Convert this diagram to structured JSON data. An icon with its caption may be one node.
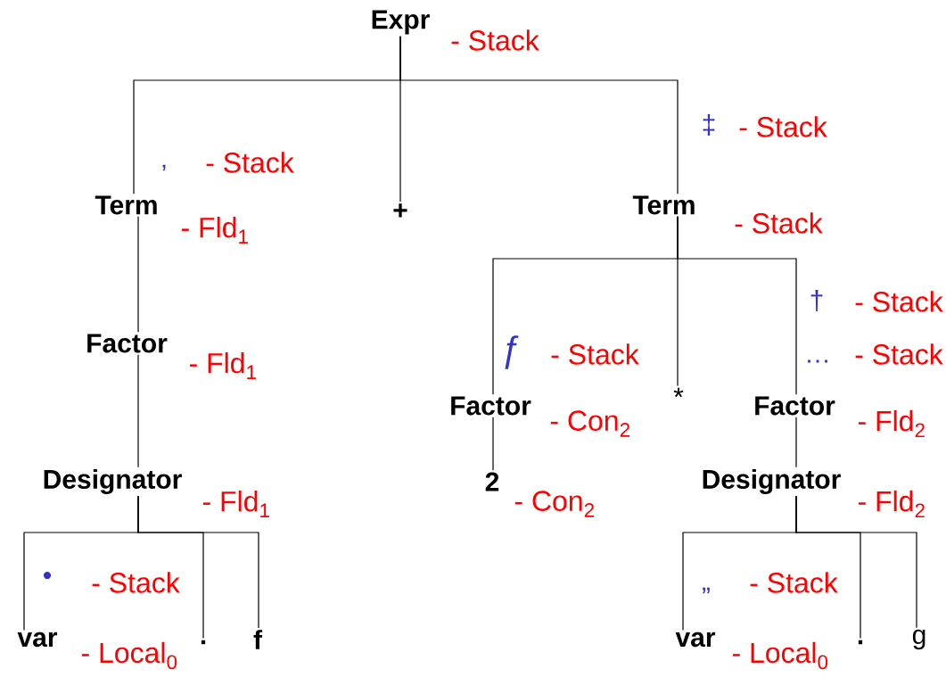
{
  "diagram": {
    "nodes": [
      {
        "text": [
          "Expr"
        ],
        "beside": [
          "- Stack"
        ]
      },
      {
        "text": [
          "Term"
        ],
        "beside": [
          "- Fld$_{1}$"
        ]
      },
      {
        "text": [
          "+"
        ]
      },
      {
        "text": [
          "Term"
        ],
        "beside": [
          "- Stack"
        ]
      },
      {
        "text": [
          "Factor"
        ],
        "beside": [
          "- Fld$_{1}$"
        ]
      },
      {
        "text": [
          "Designator"
        ],
        "beside": [
          "- Fld$_{1}$"
        ]
      },
      {
        "text": [
          "var"
        ],
        "beside": [
          "- Local$_{0}$"
        ]
      },
      {
        "text": [
          "."
        ]
      },
      {
        "text": [
          "f"
        ]
      },
      {
        "text": [
          "Factor"
        ],
        "beside": [
          "- Con$_{2}$"
        ]
      },
      {
        "text": [
          "*"
        ]
      },
      {
        "text": [
          "Factor"
        ],
        "beside": [
          "- Fld$_{2}$"
        ]
      },
      {
        "text": [
          "2"
        ],
        "beside": [
          "- Con$_{2}$"
        ]
      },
      {
        "text": [
          "Designator"
        ],
        "beside": [
          "- Fld$_{2}$"
        ]
      },
      {
        "text": [
          "var"
        ],
        "beside": [
          "- Local$_{0}$"
        ]
      },
      {
        "text": [
          "."
        ]
      },
      {
        "text": [
          "g"
        ]
      }
    ],
    "edges": [
      {
        "from": 0,
        "to": 1,
        "arrow": "none"
      },
      {
        "from": 0,
        "to": 2,
        "arrow": "none"
      },
      {
        "from": 0,
        "to": 3,
        "arrow": "none"
      },
      {
        "from": 1,
        "to": 4,
        "arrow": "none"
      },
      {
        "from": 4,
        "to": 5,
        "arrow": "none"
      },
      {
        "from": 5,
        "to": 6,
        "arrow": "none"
      },
      {
        "from": 5,
        "to": 7,
        "arrow": "none"
      },
      {
        "from": 5,
        "to": 8,
        "arrow": "none"
      },
      {
        "from": 3,
        "to": 9,
        "arrow": "none"
      },
      {
        "from": 3,
        "to": 10,
        "arrow": "none"
      },
      {
        "from": 3,
        "to": 11,
        "arrow": "none"
      },
      {
        "from": 9,
        "to": 12,
        "arrow": "none"
      },
      {
        "from": 11,
        "to": 13,
        "arrow": "none"
      },
      {
        "from": 13,
        "to": 14,
        "arrow": "none"
      },
      {
        "from": 13,
        "to": 15,
        "arrow": "none"
      },
      {
        "from": 13,
        "to": 16,
        "arrow": "none"
      }
    ],
    "labels": [
      "‡",
      "- Stack",
      "‚",
      "- Stack",
      "†",
      "- Stack",
      "ƒ",
      "- Stack",
      "…",
      "- Stack",
      "•",
      "- Stack",
      "„",
      "- Stack"
    ]
  }
}
